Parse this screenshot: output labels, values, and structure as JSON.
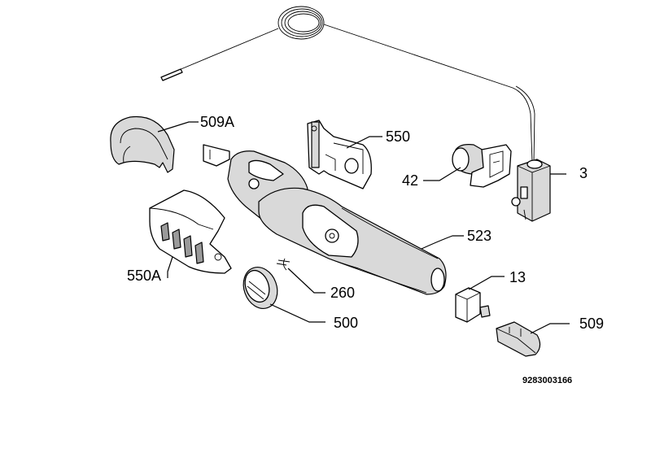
{
  "labels": {
    "p509a": "509A",
    "p550_top": "550",
    "p42": "42",
    "p3": "3",
    "p523": "523",
    "p550a": "550A",
    "p260": "260",
    "p500": "500",
    "p13": "13",
    "p509": "509"
  },
  "drawing_number": "9283003166"
}
